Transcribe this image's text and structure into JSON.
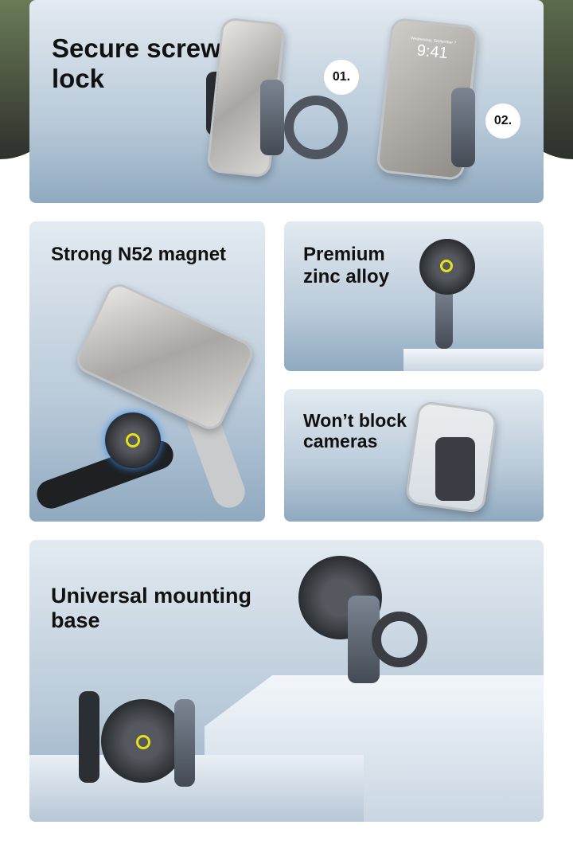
{
  "panels": {
    "screw_lock": {
      "title": "Secure screw lock",
      "step1": "01.",
      "step2": "02.",
      "phone_date": "Wednesday, September 7",
      "phone_time": "9:41"
    },
    "magnet": {
      "title": "Strong N52 magnet"
    },
    "zinc": {
      "title": "Premium zinc alloy"
    },
    "cameras": {
      "title": "Won’t block cameras"
    },
    "mounting": {
      "title": "Universal mounting base"
    }
  },
  "colors": {
    "panel_top": "#e3eaf1",
    "panel_bottom": "#8fa9c0",
    "accent_ring": "#e6e21a"
  }
}
